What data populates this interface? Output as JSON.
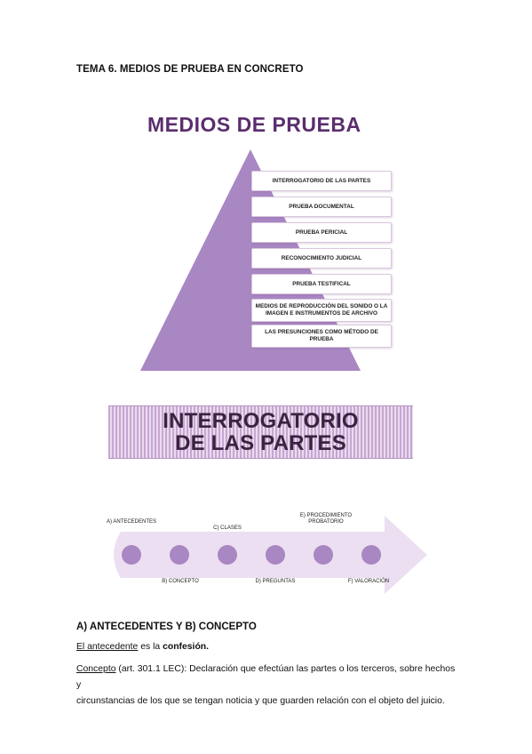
{
  "document": {
    "heading": "TEMA 6. MEDIOS DE PRUEBA EN CONCRETO"
  },
  "pyramid": {
    "title": "MEDIOS DE PRUEBA",
    "color": "#a987c3",
    "levels": [
      "INTERROGATORIO DE LAS PARTES",
      "PRUEBA DOCUMENTAL",
      "PRUEBA PERICIAL",
      "RECONOCIMIENTO JUDICIAL",
      "PRUEBA TESTIFICAL",
      "MEDIOS DE REPRODUCCIÓN DEL SONIDO O LA IMAGEN E INSTRUMENTOS DE ARCHIVO",
      "LAS PRESUNCIONES COMO MÉTODO DE PRUEBA"
    ]
  },
  "banner": {
    "line1": "INTERROGATORIO",
    "line2": "DE LAS PARTES",
    "color": "#c7a6d2"
  },
  "timeline": {
    "arrow_color": "#ecdff1",
    "dot_color": "#a987c3",
    "top_labels": [
      "A) ANTECEDENTES",
      "C) CLASES",
      "E) PROCEDIMIENTO PROBATORIO"
    ],
    "bottom_labels": [
      "B) CONCEPTO",
      "D) PREGUNTAS",
      "F) VALORACIÓN"
    ]
  },
  "section": {
    "heading": "A) ANTECEDENTES Y B) CONCEPTO",
    "p1_term": "El antecedente",
    "p1_mid": " es la ",
    "p1_value": "confesión.",
    "p2_term": "Concepto",
    "p2_ref": " (art. 301.1 LEC)",
    "p2_text_line1": ": Declaración que efectúan las partes o los terceros, sobre hechos y",
    "p2_text_line2": "circunstancias de los que se tengan noticia y que guarden relación con el objeto del juicio."
  }
}
